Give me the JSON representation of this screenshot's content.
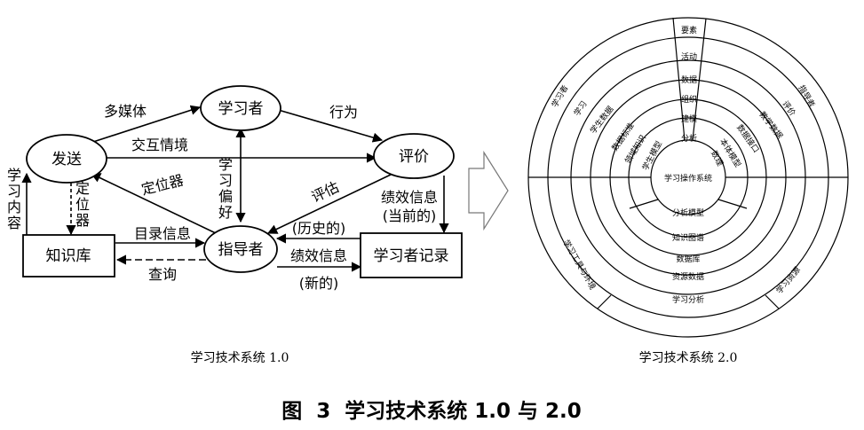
{
  "left": {
    "nodes": {
      "send": "发送",
      "learner": "学习者",
      "evaluate": "评价",
      "kb": "知识库",
      "guide": "指导者",
      "records": "学习者记录"
    },
    "edges": {
      "multimedia": "多媒体",
      "behavior": "行为",
      "interaction": "交互情境",
      "locator": "定位器",
      "assess": "评估",
      "learn_pref": [
        "学",
        "习",
        "偏",
        "好"
      ],
      "learn_content": [
        "学",
        "习",
        "内",
        "容"
      ],
      "locate": [
        "定",
        "位",
        "器"
      ],
      "catalog": "目录信息",
      "query": "查询",
      "hist": "(历史的)",
      "perf_info": "绩效信息",
      "new": "(新的)",
      "perf_current_1": "绩效信息",
      "perf_current_2": "(当前的)"
    },
    "caption": "学习技术系统 1.0"
  },
  "right": {
    "center": "学习操作系统",
    "rings": {
      "top_labels": [
        "要素",
        "活动",
        "数据",
        "组织",
        "建模",
        "分析"
      ],
      "bottom_labels": [
        "分析模型",
        "知识图谱",
        "数据库",
        "资源数据",
        "学习分析"
      ],
      "left_labels": [
        "学习者",
        "学习",
        "学生数据",
        "数据标准",
        "领域知识",
        "学生模型"
      ],
      "right_labels": [
        "指导者",
        "评价",
        "教学数据",
        "数据接口",
        "本体模型",
        "数理"
      ],
      "outer_bottom_left": "学习工具与环境",
      "outer_bottom_right": "学习资源"
    },
    "caption": "学习技术系统 2.0"
  },
  "figure_caption": "图  3  学习技术系统 1.0 与 2.0"
}
